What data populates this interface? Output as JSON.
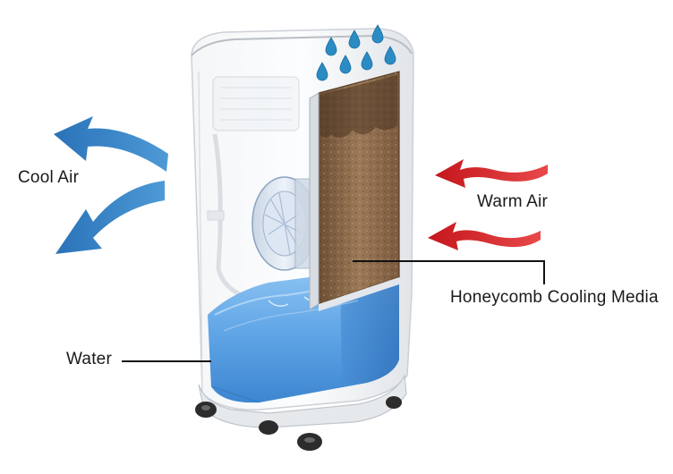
{
  "labels": {
    "cool_air": "Cool Air",
    "warm_air": "Warm Air",
    "honeycomb": "Honeycomb Cooling Media",
    "water": "Water"
  },
  "colors": {
    "cool_arrow": "#2f7fc4",
    "warm_arrow": "#d42a2e",
    "water": "#5ea4e6",
    "media": "#8a6848",
    "droplet": "#2b8cc4"
  },
  "icons": [
    "cool-air-arrow",
    "warm-air-arrow",
    "water-droplet",
    "fan",
    "caster-wheel"
  ]
}
